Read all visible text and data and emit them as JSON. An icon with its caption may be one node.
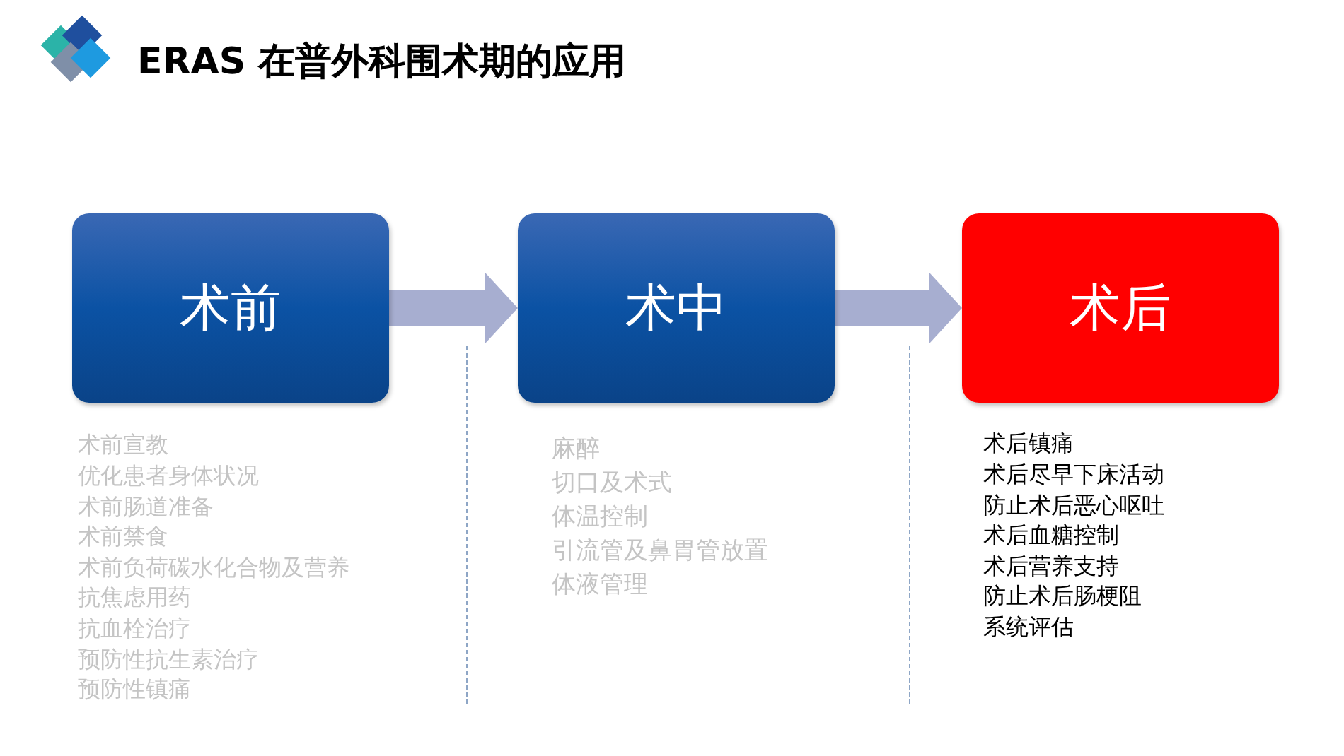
{
  "diagram": {
    "title": "ERAS 在普外科围术期的应用",
    "nodes": [
      {
        "text": [
          "术前"
        ],
        "beside": [
          "术前宣教",
          "优化患者身体状况",
          "术前肠道准备",
          "术前禁食",
          "术前负荷碳水化合物及营养",
          "抗焦虑用药",
          "抗血栓治疗",
          "预防性抗生素治疗",
          "预防性镇痛"
        ]
      },
      {
        "text": [
          "术中"
        ],
        "beside": [
          "麻醉",
          "切口及术式",
          "体温控制",
          "引流管及鼻胃管放置",
          "体液管理"
        ]
      },
      {
        "text": [
          "术后"
        ],
        "beside": [
          "术后镇痛",
          "术后尽早下床活动",
          "防止术后恶心呕吐",
          "术后血糖控制",
          "术后营养支持",
          "防止术后肠梗阻",
          "系统评估"
        ]
      }
    ],
    "edges": [
      {
        "from": 0,
        "to": 1,
        "arrow": "to"
      },
      {
        "from": 1,
        "to": 2,
        "arrow": "to"
      }
    ]
  }
}
